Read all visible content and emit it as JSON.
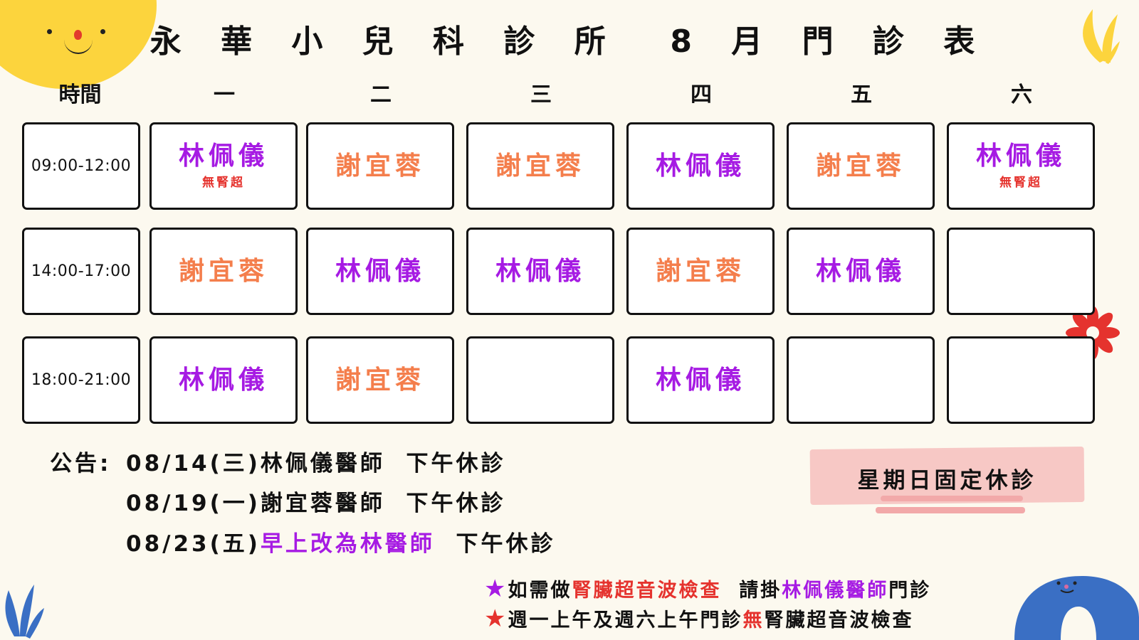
{
  "title": "永 華 小 兒 科 診 所  8 月 門 診 表",
  "headers": [
    "時間",
    "一",
    "二",
    "三",
    "四",
    "五",
    "六"
  ],
  "rows": [
    {
      "time": "09:00-12:00",
      "cells": [
        {
          "doctor": "林佩儀",
          "note": "無腎超"
        },
        {
          "doctor": "謝宜蓉",
          "note": ""
        },
        {
          "doctor": "謝宜蓉",
          "note": ""
        },
        {
          "doctor": "林佩儀",
          "note": ""
        },
        {
          "doctor": "謝宜蓉",
          "note": ""
        },
        {
          "doctor": "林佩儀",
          "note": "無腎超"
        }
      ]
    },
    {
      "time": "14:00-17:00",
      "cells": [
        {
          "doctor": "謝宜蓉",
          "note": ""
        },
        {
          "doctor": "林佩儀",
          "note": ""
        },
        {
          "doctor": "林佩儀",
          "note": ""
        },
        {
          "doctor": "謝宜蓉",
          "note": ""
        },
        {
          "doctor": "林佩儀",
          "note": ""
        },
        {
          "doctor": "",
          "note": ""
        }
      ]
    },
    {
      "time": "18:00-21:00",
      "cells": [
        {
          "doctor": "林佩儀",
          "note": ""
        },
        {
          "doctor": "謝宜蓉",
          "note": ""
        },
        {
          "doctor": "",
          "note": ""
        },
        {
          "doctor": "林佩儀",
          "note": ""
        },
        {
          "doctor": "",
          "note": ""
        },
        {
          "doctor": "",
          "note": ""
        }
      ]
    }
  ],
  "notices": {
    "label": "公告:",
    "line1": "08/14(三)林佩儀醫師  下午休診",
    "line2": "08/19(一)謝宜蓉醫師  下午休診",
    "line3_a": "08/23(五)",
    "line3_b": "早上改為林醫師",
    "line3_c": "下午休診"
  },
  "sunday_closed": "星期日固定休診",
  "footnotes": {
    "star": "★",
    "n1_a": "如需做",
    "n1_b": "腎臟超音波檢查",
    "n1_c": "  請掛",
    "n1_d": "林佩儀醫師",
    "n1_e": "門診",
    "n2_a": "週一上午及週六上午門診",
    "n2_b": "無",
    "n2_c": "腎臟超音波檢查"
  },
  "colors": {
    "lin": "#a61be3",
    "xie": "#f47e4c",
    "note_red": "#e5332e",
    "sun": "#fcd43d",
    "background": "#fcf9ef"
  }
}
